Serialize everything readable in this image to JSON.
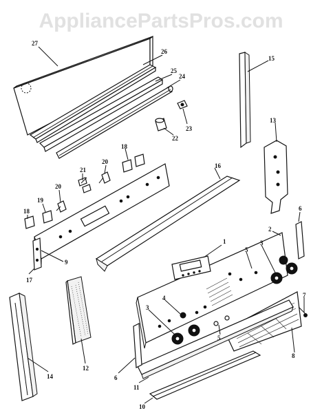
{
  "watermark": "AppliancePartsPros.com",
  "callouts": [
    {
      "id": "27",
      "label": "27"
    },
    {
      "id": "26",
      "label": "26"
    },
    {
      "id": "25",
      "label": "25"
    },
    {
      "id": "24",
      "label": "24"
    },
    {
      "id": "15",
      "label": "15"
    },
    {
      "id": "23",
      "label": "23"
    },
    {
      "id": "22",
      "label": "22"
    },
    {
      "id": "13",
      "label": "13"
    },
    {
      "id": "18a",
      "label": "18"
    },
    {
      "id": "20a",
      "label": "20"
    },
    {
      "id": "21",
      "label": "21"
    },
    {
      "id": "16",
      "label": "16"
    },
    {
      "id": "20b",
      "label": "20"
    },
    {
      "id": "19",
      "label": "19"
    },
    {
      "id": "18b",
      "label": "18"
    },
    {
      "id": "6a",
      "label": "6"
    },
    {
      "id": "2",
      "label": "2"
    },
    {
      "id": "1",
      "label": "1"
    },
    {
      "id": "5a",
      "label": "5"
    },
    {
      "id": "3a",
      "label": "3"
    },
    {
      "id": "9",
      "label": "9"
    },
    {
      "id": "17",
      "label": "17"
    },
    {
      "id": "4",
      "label": "4"
    },
    {
      "id": "3b",
      "label": "3"
    },
    {
      "id": "5b",
      "label": "5"
    },
    {
      "id": "7",
      "label": "7"
    },
    {
      "id": "8",
      "label": "8"
    },
    {
      "id": "12",
      "label": "12"
    },
    {
      "id": "14",
      "label": "14"
    },
    {
      "id": "6b",
      "label": "6"
    },
    {
      "id": "11",
      "label": "11"
    },
    {
      "id": "10",
      "label": "10"
    }
  ]
}
